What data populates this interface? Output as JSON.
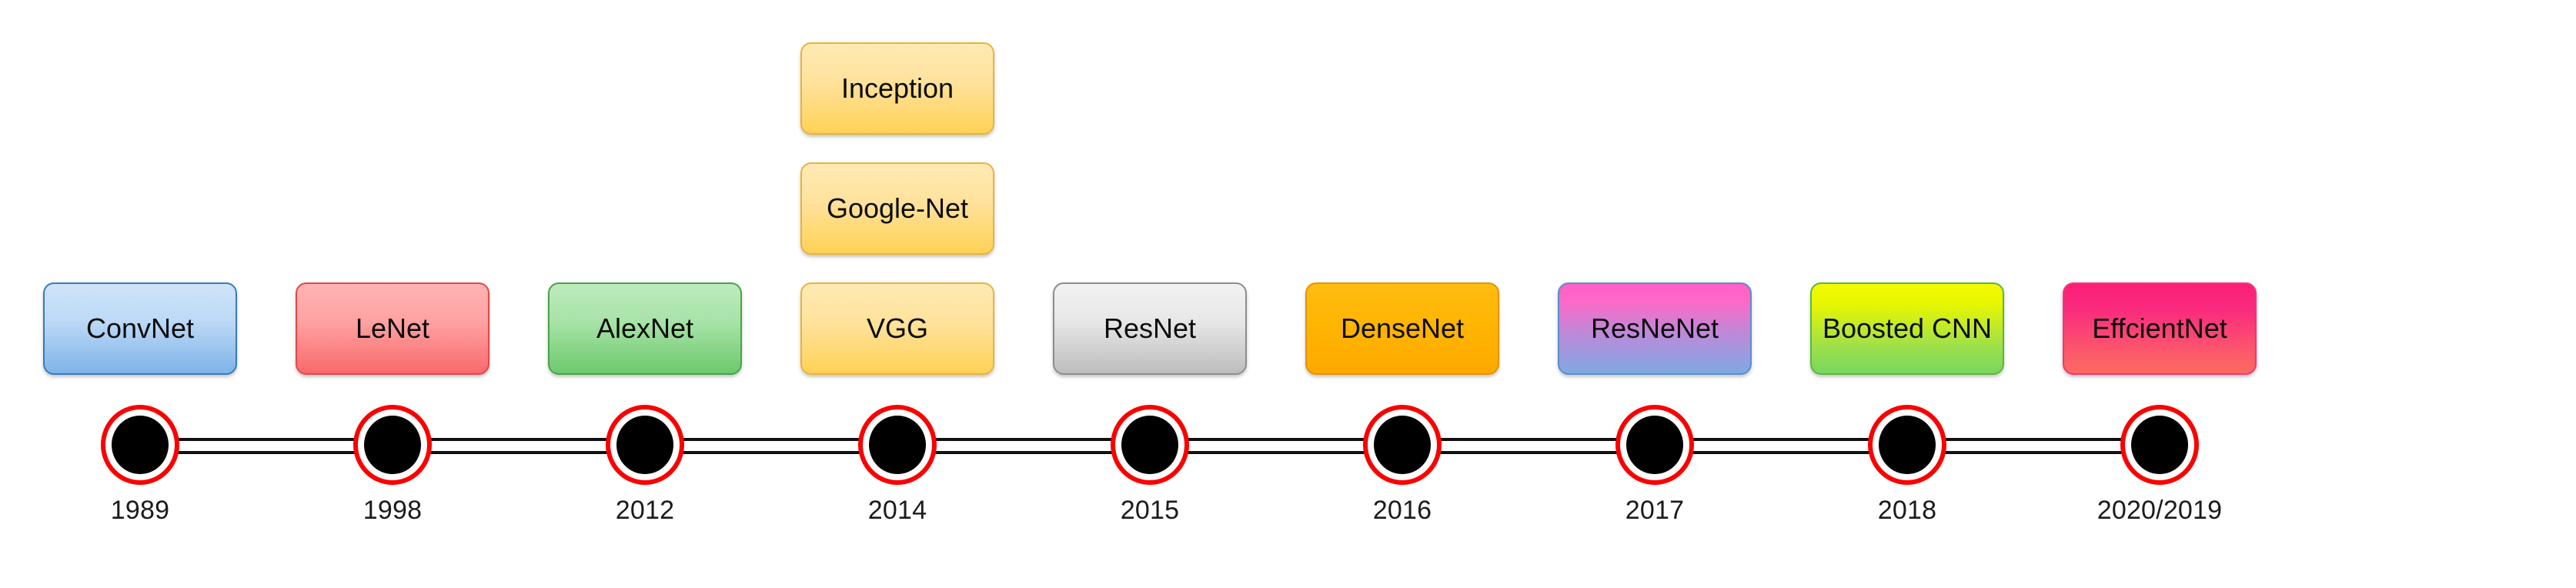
{
  "figure": {
    "kind": "timeline",
    "orientation": "horizontal",
    "node_count": 9
  },
  "style": {
    "background": "#ffffff",
    "marker_ring_color": "#fb0000",
    "marker_core_color": "#000000",
    "axis_line_color": "#111111",
    "year_label_color": "#1b1b1b",
    "box_text_color": "#0d0d0d"
  },
  "timeline": {
    "nodes": [
      {
        "year": "1989",
        "boxes": [
          {
            "label": "ConvNet",
            "theme": "t-blue",
            "color_top": "#cfe4fa",
            "color_bottom": "#7fb3e8",
            "border": "#3a79bf"
          }
        ]
      },
      {
        "year": "1998",
        "boxes": [
          {
            "label": "LeNet",
            "theme": "t-red",
            "color_top": "#ffb3b3",
            "color_bottom": "#f96a6a",
            "border": "#e2484b"
          }
        ]
      },
      {
        "year": "2012",
        "boxes": [
          {
            "label": "AlexNet",
            "theme": "t-green",
            "color_top": "#bdebbd",
            "color_bottom": "#6dc96d",
            "border": "#49a349"
          }
        ]
      },
      {
        "year": "2014",
        "boxes": [
          {
            "label": "Inception",
            "theme": "t-gold",
            "color_top": "#ffeab4",
            "color_bottom": "#ffd255",
            "border": "#e8b43c"
          },
          {
            "label": "Google-Net",
            "theme": "t-gold",
            "color_top": "#ffeab4",
            "color_bottom": "#ffd255",
            "border": "#e8b43c"
          },
          {
            "label": "VGG",
            "theme": "t-gold",
            "color_top": "#ffeab4",
            "color_bottom": "#ffd255",
            "border": "#e8b43c"
          }
        ]
      },
      {
        "year": "2015",
        "boxes": [
          {
            "label": "ResNet",
            "theme": "t-gray",
            "color_top": "#f2f2f2",
            "color_bottom": "#bdbdbd",
            "border": "#8d8d8d"
          }
        ]
      },
      {
        "year": "2016",
        "boxes": [
          {
            "label": "DenseNet",
            "theme": "t-orange",
            "color_top": "#ffbc12",
            "color_bottom": "#ffa800",
            "border": "#e59400"
          }
        ]
      },
      {
        "year": "2017",
        "boxes": [
          {
            "label": "ResNeNet",
            "theme": "t-pinkblue",
            "color_top": "#ff5fc4",
            "color_bottom": "#7ea9e2",
            "border": "#5a8fcc"
          }
        ]
      },
      {
        "year": "2018",
        "boxes": [
          {
            "label": "Boosted CNN",
            "theme": "t-yellowgreen",
            "color_top": "#f2fa00",
            "color_bottom": "#79d65e",
            "border": "#5cb83c"
          }
        ]
      },
      {
        "year": "2020/2019",
        "boxes": [
          {
            "label": "EffcientNet",
            "theme": "t-magenta",
            "color_top": "#fb1f76",
            "color_bottom": "#fb6a60",
            "border": "#f5356f"
          }
        ]
      }
    ]
  }
}
